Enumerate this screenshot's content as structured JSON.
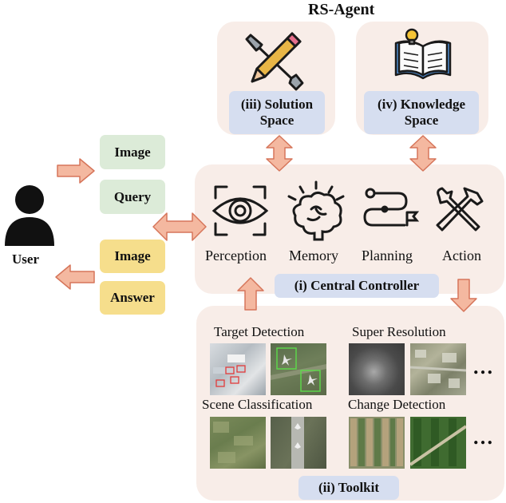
{
  "title": "RS-Agent",
  "user": {
    "label": "User"
  },
  "inputs": {
    "image": "Image",
    "query": "Query"
  },
  "outputs": {
    "image": "Image",
    "answer": "Answer"
  },
  "solution_space": {
    "line1": "(iii) Solution",
    "line2": "Space",
    "icon": "pencil-wrench-icon"
  },
  "knowledge_space": {
    "line1": "(iv) Knowledge",
    "line2": "Space",
    "icon": "open-book-lightbulb-icon"
  },
  "central_controller": {
    "label": "(i) Central Controller",
    "modules": [
      {
        "label": "Perception",
        "icon": "eye-target-icon"
      },
      {
        "label": "Memory",
        "icon": "brain-icon"
      },
      {
        "label": "Planning",
        "icon": "path-flag-icon"
      },
      {
        "label": "Action",
        "icon": "hammer-wrench-icon"
      }
    ]
  },
  "toolkit": {
    "label": "(ii) Toolkit",
    "tasks": [
      {
        "label": "Target Detection"
      },
      {
        "label": "Super Resolution"
      },
      {
        "label": "Scene Classification"
      },
      {
        "label": "Change Detection"
      }
    ],
    "ellipsis": "…"
  },
  "colors": {
    "arrow_fill": "#f4b8a0",
    "arrow_stroke": "#d6755a",
    "panel_bg": "#f8ede8",
    "label_blue": "#d6def0",
    "input_green": "#dcebd8",
    "output_gold": "#f6de8c"
  }
}
